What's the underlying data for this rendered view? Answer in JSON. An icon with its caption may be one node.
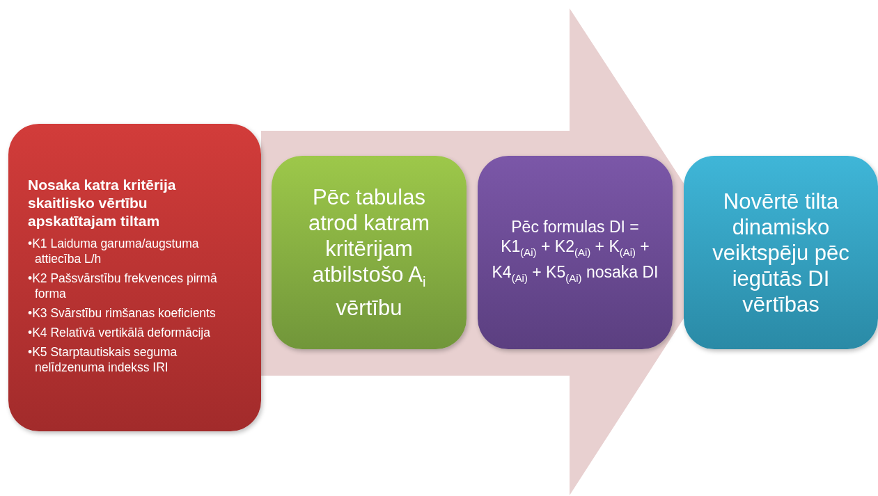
{
  "diagram": {
    "nodes": [
      {
        "text": [
          "Nosaka katra kritērija skaitlisko vērtību apskatītajam tiltam",
          "•K1 Laiduma garuma/augstuma attiecība L/h",
          "•K2 Pašsvārstību frekvences pirmā forma",
          "•K3 Svārstību rimšanas koeficients",
          "•K4 Relatīvā vertikālā deformācija",
          "•K5 Starptautiskais seguma nelīdzenuma indekss IRI"
        ]
      },
      {
        "text": [
          "Pēc tabulas atrod katram kritērijam atbilstošo A$_{i}$ vērtību"
        ]
      },
      {
        "text": [
          "Pēc formulas DI = K1$_{(Ai)}$ + K2$_{(Ai)}$ + K$_{(Ai)}$ + K4$_{(Ai)}$ + K5$_{(Ai)}$ nosaka DI"
        ]
      },
      {
        "text": [
          "Novērtē tilta dinamisko veiktspēju pēc iegūtās DI vērtības"
        ]
      }
    ],
    "edges": [
      {
        "from": 0,
        "to": 3,
        "arrow": "to"
      }
    ]
  }
}
